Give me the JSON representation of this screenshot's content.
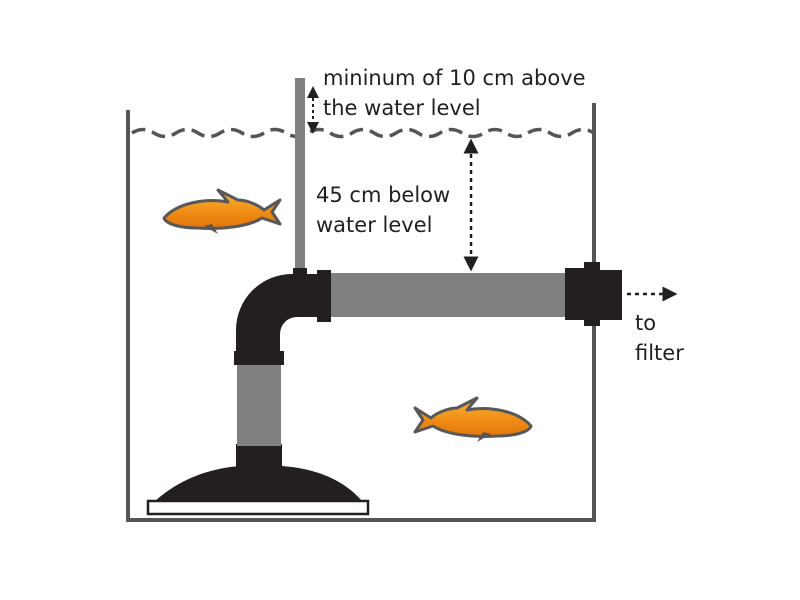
{
  "labels": {
    "min_above_line1": "mininum of 10 cm above",
    "min_above_line2": "the water level",
    "below_line1": "45 cm below",
    "below_line2": "water level",
    "to": "to",
    "filter": "filter"
  },
  "colors": {
    "tank_wall": "#555555",
    "pipe_gray": "#808083",
    "pipe_black": "#231f20",
    "water_wave": "#555555",
    "fish_body": "#f39c1a",
    "fish_outline": "#58585a",
    "arrow": "#231f20"
  },
  "icons": [
    "fish-icon",
    "dotted-arrow-icon"
  ]
}
